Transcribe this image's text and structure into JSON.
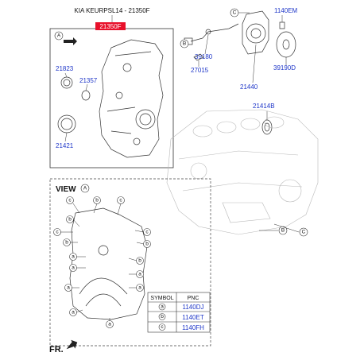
{
  "header": {
    "title": "KIA KEURPSL14 - 21350F",
    "highlight_part": "21350F"
  },
  "parts": {
    "p21823": "21823",
    "p21357": "21357",
    "p21421": "21421",
    "p39180": "39180",
    "p1140em": "1140EM",
    "p27015": "27015",
    "p21440": "21440",
    "p39190d": "39190D",
    "p21414b": "21414B"
  },
  "markers": {
    "a": "a",
    "b": "b",
    "c": "c",
    "A": "A",
    "B": "B",
    "C": "C"
  },
  "view": {
    "title": "VIEW",
    "marker": "A"
  },
  "symbol_table": {
    "headers": [
      "SYMBOL",
      "PNC"
    ],
    "rows": [
      {
        "symbol": "a",
        "pnc": "1140DJ"
      },
      {
        "symbol": "b",
        "pnc": "1140ET"
      },
      {
        "symbol": "c",
        "pnc": "1140FH"
      }
    ]
  },
  "footer": {
    "front_label": "FR."
  },
  "colors": {
    "part_number": "#1d35c8",
    "highlight": "#e8102a",
    "text": "#111111"
  }
}
